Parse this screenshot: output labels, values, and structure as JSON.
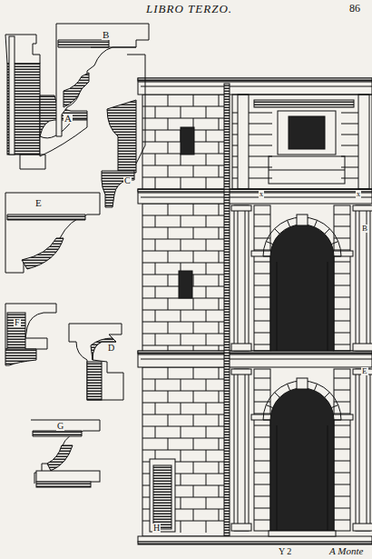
{
  "diagram": {
    "title": "LIBRO TERZO.",
    "labels": [
      "86",
      "A",
      "B",
      "C",
      "E",
      "F",
      "D",
      "G",
      "H",
      "B",
      "E",
      "x",
      "x",
      "Y 2",
      "A Monte"
    ]
  }
}
